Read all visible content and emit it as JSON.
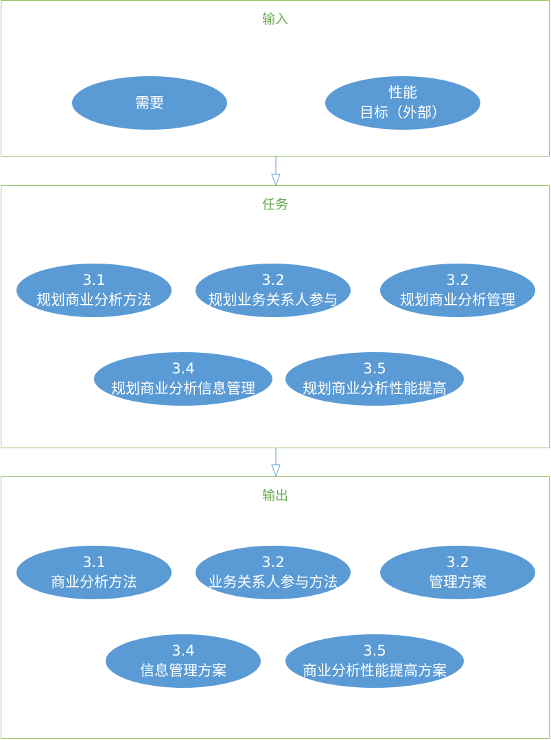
{
  "colors": {
    "accent": "#5b9bd5",
    "border": "#8fbd5a",
    "title": "#6aa84f",
    "arrow": "#5b9bd5"
  },
  "input": {
    "title": "输入",
    "items": [
      {
        "lines": [
          "需要"
        ]
      },
      {
        "lines": [
          "性能",
          "目标（外部）"
        ]
      }
    ]
  },
  "tasks": {
    "title": "任务",
    "items": [
      {
        "num": "3.1",
        "label": "规划商业分析方法"
      },
      {
        "num": "3.2",
        "label": "规划业务关系人参与"
      },
      {
        "num": "3.2",
        "label": "规划商业分析管理"
      },
      {
        "num": "3.4",
        "label": "规划商业分析信息管理"
      },
      {
        "num": "3.5",
        "label": "规划商业分析性能提高"
      }
    ]
  },
  "output": {
    "title": "输出",
    "items": [
      {
        "num": "3.1",
        "label": "商业分析方法"
      },
      {
        "num": "3.2",
        "label": "业务关系人参与方法"
      },
      {
        "num": "3.2",
        "label": "管理方案"
      },
      {
        "num": "3.4",
        "label": "信息管理方案"
      },
      {
        "num": "3.5",
        "label": "商业分析性能提高方案"
      }
    ]
  }
}
